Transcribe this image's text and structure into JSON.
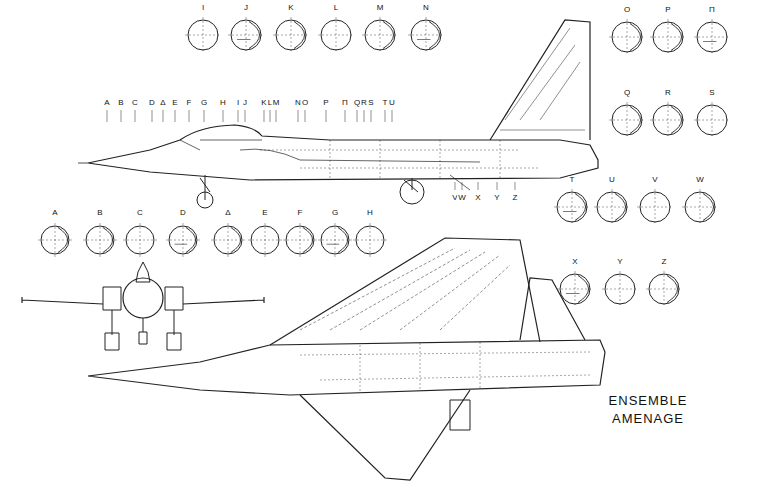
{
  "diagram": {
    "title": "ENSEMBLE AMENAGE",
    "labels": [
      "I",
      "J",
      "K",
      "L",
      "M",
      "N",
      "A",
      "B",
      "C",
      "D",
      "Δ",
      "E",
      "F",
      "G",
      "H",
      "I",
      "J",
      "K",
      "L",
      "M",
      "N",
      "O",
      "P",
      "Π",
      "Q",
      "R",
      "S",
      "T",
      "U",
      "V",
      "W",
      "X",
      "Y",
      "Z",
      "A",
      "B",
      "C",
      "D",
      "Δ",
      "E",
      "F",
      "G",
      "H",
      "O",
      "P",
      "Π",
      "Q",
      "R",
      "S",
      "T",
      "U",
      "V",
      "W",
      "X",
      "Y",
      "Z"
    ]
  }
}
